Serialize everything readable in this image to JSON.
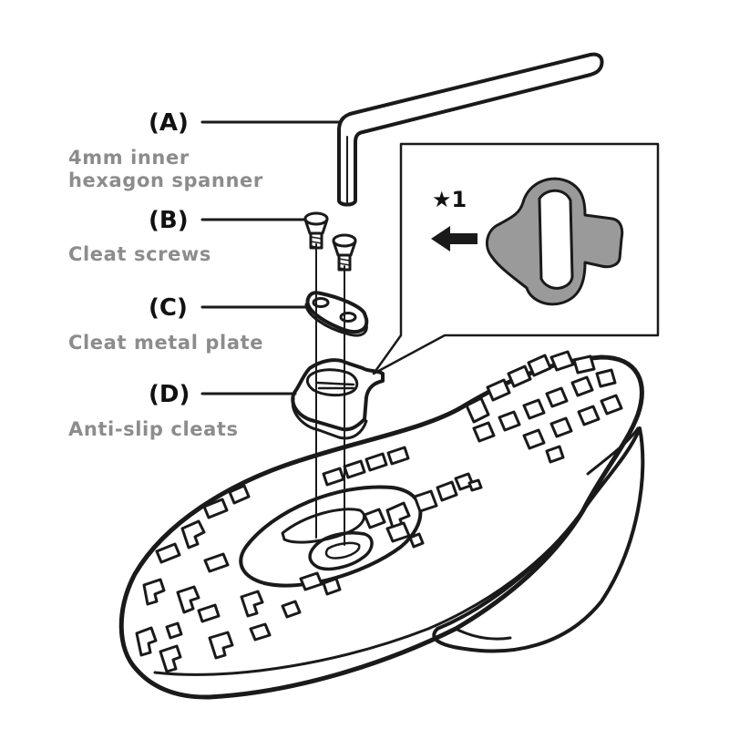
{
  "parts": [
    {
      "letter": "(A)",
      "description_lines": [
        "4mm inner",
        "hexagon spanner"
      ]
    },
    {
      "letter": "(B)",
      "description_lines": [
        "Cleat screws"
      ]
    },
    {
      "letter": "(C)",
      "description_lines": [
        "Cleat metal plate"
      ]
    },
    {
      "letter": "(D)",
      "description_lines": [
        "Anti-slip cleats"
      ]
    }
  ],
  "inset": {
    "note": "★1",
    "arrow_icon": "arrow-left-icon"
  },
  "colors": {
    "ink": "#1a1a1a",
    "label_gray": "#8c8c8c",
    "cleat_fill": "#9a9a9a"
  }
}
